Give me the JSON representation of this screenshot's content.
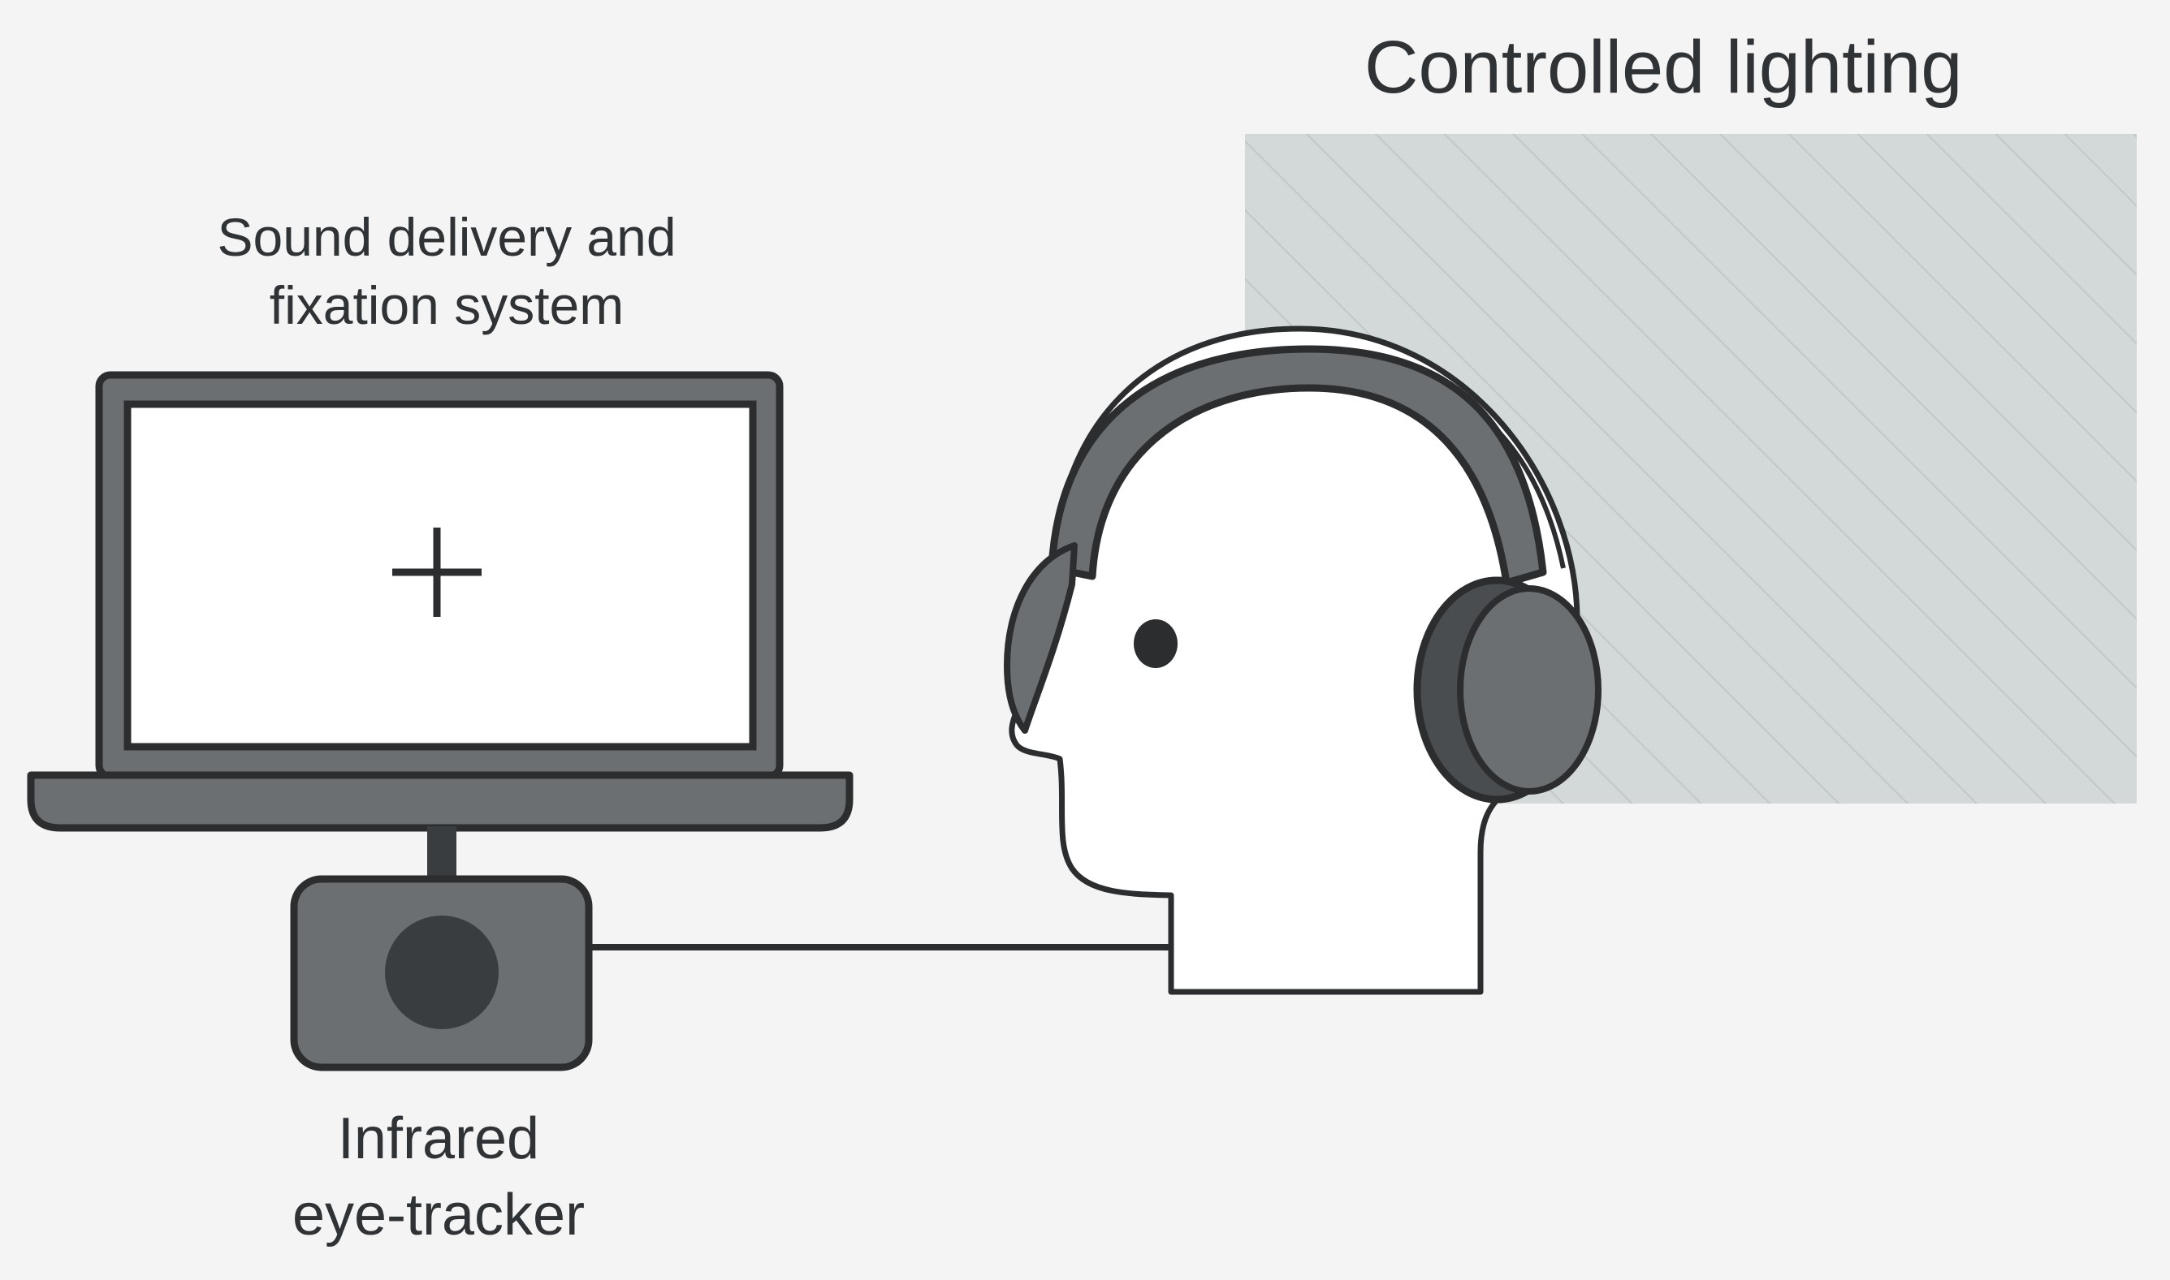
{
  "labels": {
    "lighting": "Controlled lighting",
    "sound_line1": "Sound delivery and",
    "sound_line2": "fixation system",
    "tracker_line1": "Infrared",
    "tracker_line2": "eye-tracker"
  },
  "icons": {
    "laptop": "laptop-icon",
    "fixation_cross": "plus-icon",
    "eye_tracker": "camera-icon",
    "head": "head-profile-icon",
    "headphones": "headphones-icon"
  },
  "colors": {
    "background": "#f4f4f4",
    "lighting_panel": "#d3d8d8",
    "hatch": "#c2c7c7",
    "device_gray": "#6c6f71",
    "dark_gray": "#3a3d40",
    "outline": "#2b2d2f",
    "screen": "#ffffff",
    "text": "#2f3336"
  }
}
